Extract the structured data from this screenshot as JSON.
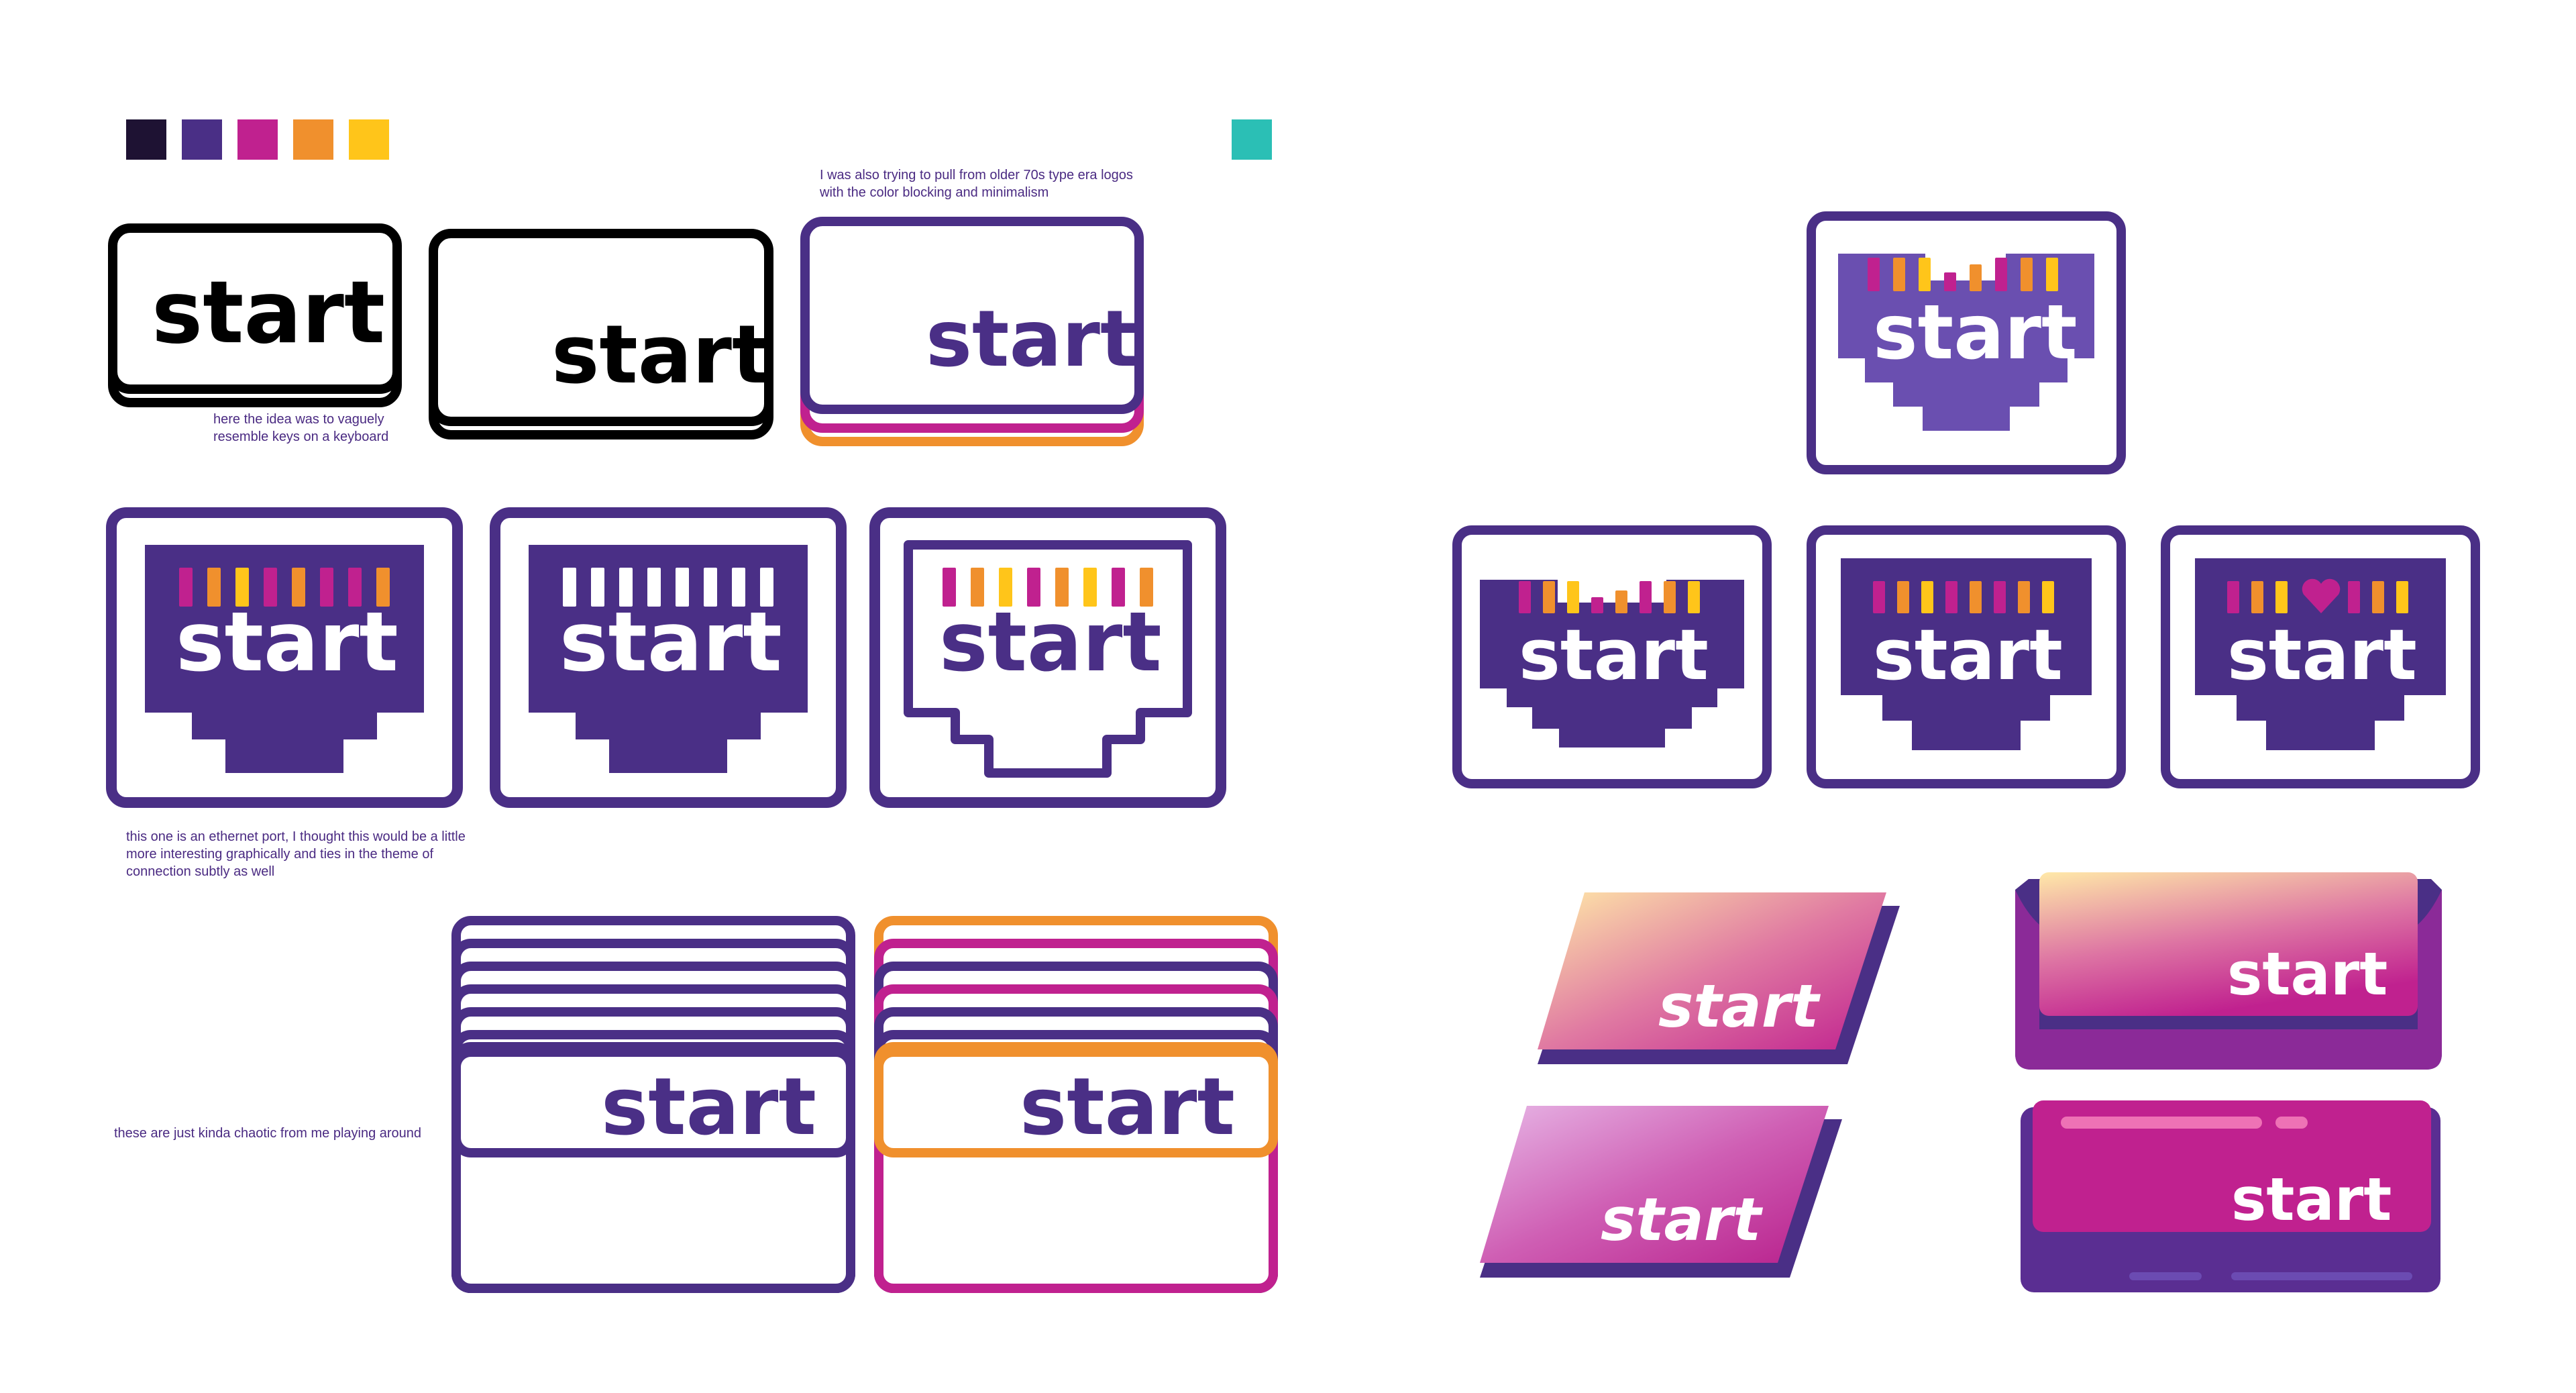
{
  "palette": {
    "dark": "#1e1233",
    "purple": "#4a2f86",
    "magenta": "#c0218f",
    "orange": "#f0902d",
    "yellow": "#ffc51a",
    "teal": "#2bbfb5",
    "purple_light": "#6a4fb0",
    "black": "#000000"
  },
  "wordmark": "start",
  "notes": {
    "keyboard": "here the idea was to vaguely resemble keys on a keyboard",
    "seventies": "I was also trying to pull from older 70s type era logos with the color blocking and minimalism",
    "ethernet": "this one is an ethernet port, I thought this would be a little more interesting graphically and ties in the theme of connection subtly as well",
    "chaotic": "these are just kinda chaotic from me playing around"
  }
}
